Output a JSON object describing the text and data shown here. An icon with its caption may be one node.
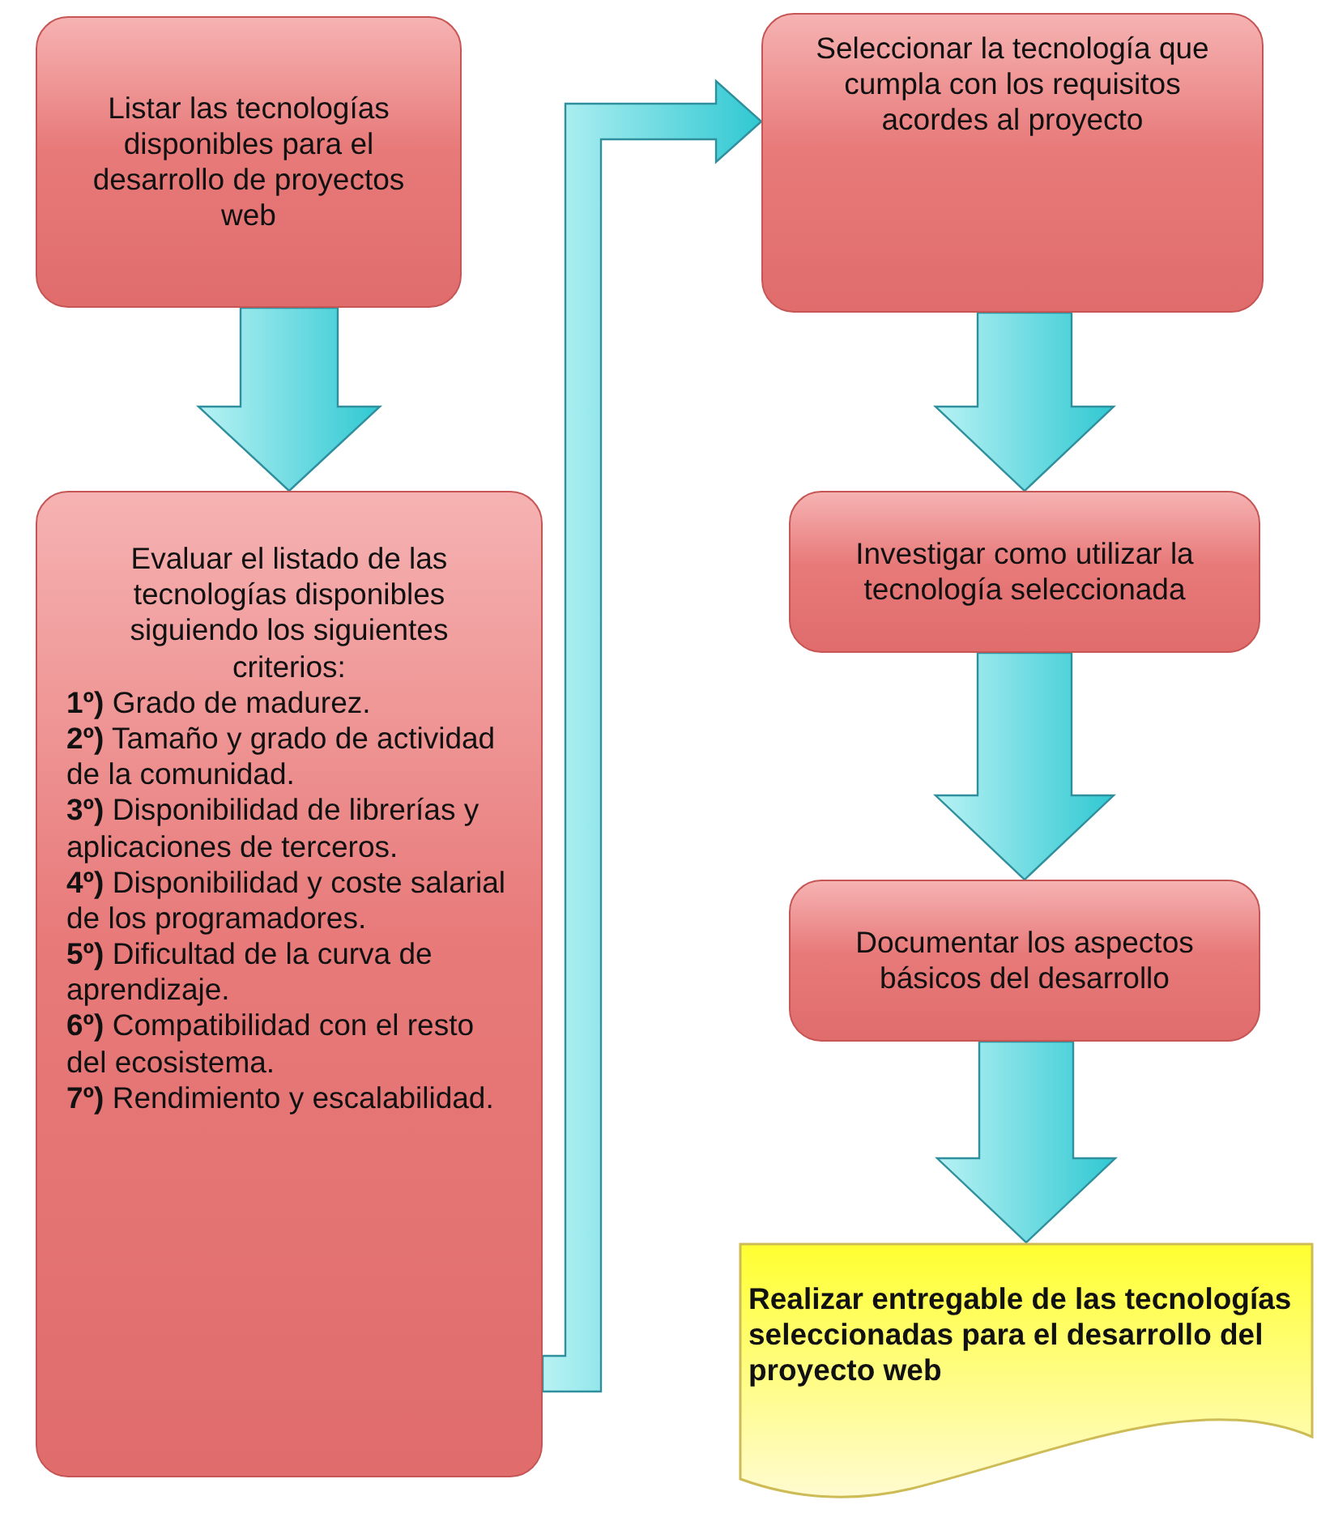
{
  "diagram": {
    "nodes": [
      {
        "text": [
          "Listar las tecnologías disponibles para el desarrollo de proyectos web"
        ]
      },
      {
        "text": [
          "Evaluar el listado de las tecnologías disponibles siguiendo los siguientes criterios:",
          "**1º)** Grado de madurez.",
          "**2º)** Tamaño y grado de actividad de la comunidad.",
          "**3º)** Disponibilidad de librerías y aplicaciones de terceros.",
          "**4º)** Disponibilidad y coste salarial de los programadores.",
          "**5º)** Dificultad de la curva de aprendizaje.",
          "**6º)** Compatibilidad con el resto del ecosistema.",
          "**7º)** Rendimiento y escalabilidad."
        ]
      },
      {
        "text": [
          "Seleccionar la tecnología que cumpla con los requisitos acordes al proyecto"
        ]
      },
      {
        "text": [
          "Investigar como utilizar la tecnología seleccionada"
        ]
      },
      {
        "text": [
          "Documentar los aspectos básicos del desarrollo"
        ]
      },
      {
        "text": [
          "Realizar entregable de las tecnologías seleccionadas para el desarrollo del proyecto web"
        ]
      }
    ],
    "edges": [
      {
        "from": 0,
        "to": 1,
        "arrow": "to"
      },
      {
        "from": 1,
        "to": 2,
        "arrow": "to"
      },
      {
        "from": 2,
        "to": 3,
        "arrow": "to"
      },
      {
        "from": 3,
        "to": 4,
        "arrow": "to"
      },
      {
        "from": 4,
        "to": 5,
        "arrow": "to"
      }
    ]
  }
}
